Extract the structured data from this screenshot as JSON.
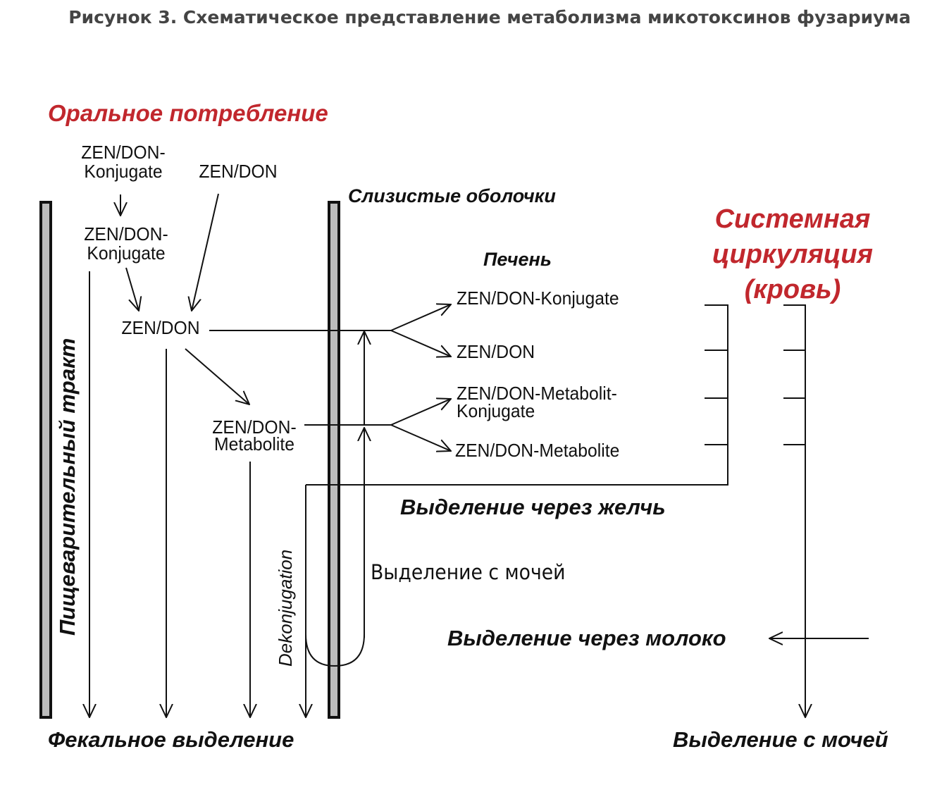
{
  "title": "Рисунок 3. Схематическое представление метаболизма микотоксинов фузариума",
  "sections": {
    "oral_intake": "Оральное потребление",
    "mucosa": "Слизистые оболочки",
    "liver": "Печень",
    "systemic_line1": "Системная",
    "systemic_line2": "циркуляция",
    "systemic_line3": "(кровь)",
    "gi_tract": "Пищеварительный тракт",
    "fecal": "Фекальное выделение",
    "urine_bottom": "Выделение с мочей",
    "bile": "Выделение через желчь",
    "urine_mid": "Выделение с мочей",
    "milk": "Выделение через молоко",
    "deconjugation": "Dekonjugation"
  },
  "nodes": {
    "intake_conj_l1": "ZEN/DON-",
    "intake_conj_l2": "Konjugate",
    "intake_free": "ZEN/DON",
    "gut_conj_l1": "ZEN/DON-",
    "gut_conj_l2": "Konjugate",
    "gut_free": "ZEN/DON",
    "gut_metabolite_l1": "ZEN/DON-",
    "gut_metabolite_l2": "Metabolite",
    "liver_conj": "ZEN/DON-Konjugate",
    "liver_free": "ZEN/DON",
    "liver_met_conj_l1": "ZEN/DON-Metabolit-",
    "liver_met_conj_l2": "Konjugate",
    "liver_metabolite": "ZEN/DON-Metabolite"
  },
  "colors": {
    "accent": "#c1272d",
    "bar": "#bcbcbc",
    "title": "#444444"
  }
}
